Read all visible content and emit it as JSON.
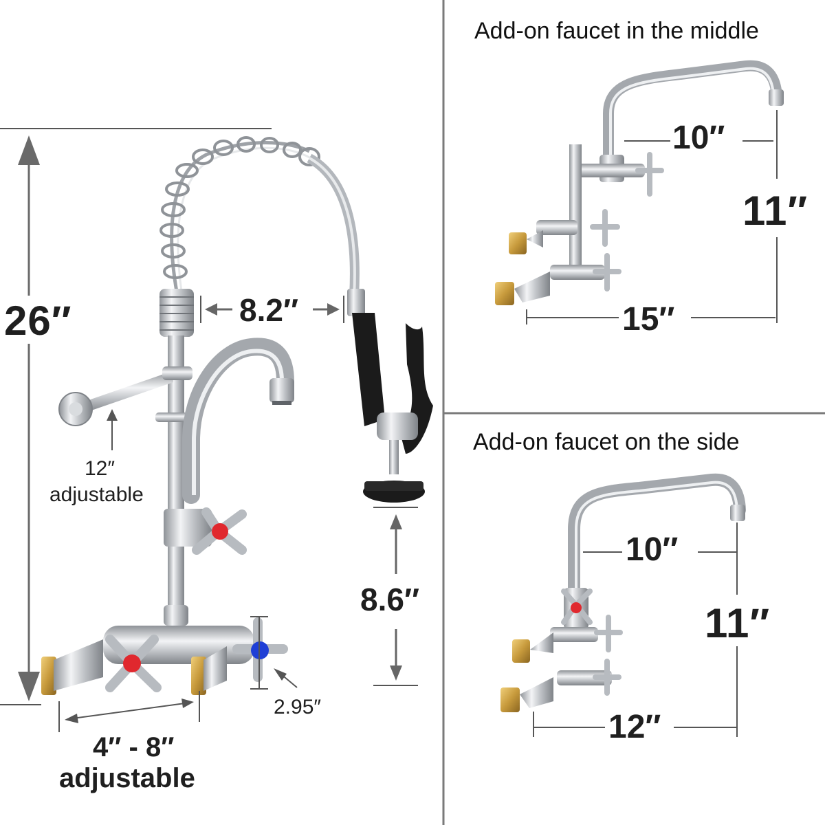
{
  "panels": {
    "main": {
      "height_label": "26″",
      "hose_reach_label": "8.2″",
      "arm_label": "12″",
      "arm_note": "adjustable",
      "spray_clearance_label": "8.6″",
      "handle_label": "2.95″",
      "center_label": "4″ - 8″",
      "center_note": "adjustable"
    },
    "top_right": {
      "title": "Add-on faucet in the middle",
      "spout_label": "10″",
      "height_label": "11″",
      "width_label": "15″"
    },
    "bottom_right": {
      "title": "Add-on faucet on the side",
      "spout_label": "10″",
      "height_label": "11″",
      "width_label": "12″"
    }
  },
  "colors": {
    "divider": "#7a7a7a",
    "dimension": "#555555",
    "chrome": "#c9ccd0",
    "hot": "#e0282e",
    "cold": "#1f3fd6",
    "brass": "#c79a3c",
    "black": "#1b1b1b"
  },
  "icons": [
    "faucet-illustration",
    "pre-rinse-sprayer",
    "add-on-faucet"
  ]
}
